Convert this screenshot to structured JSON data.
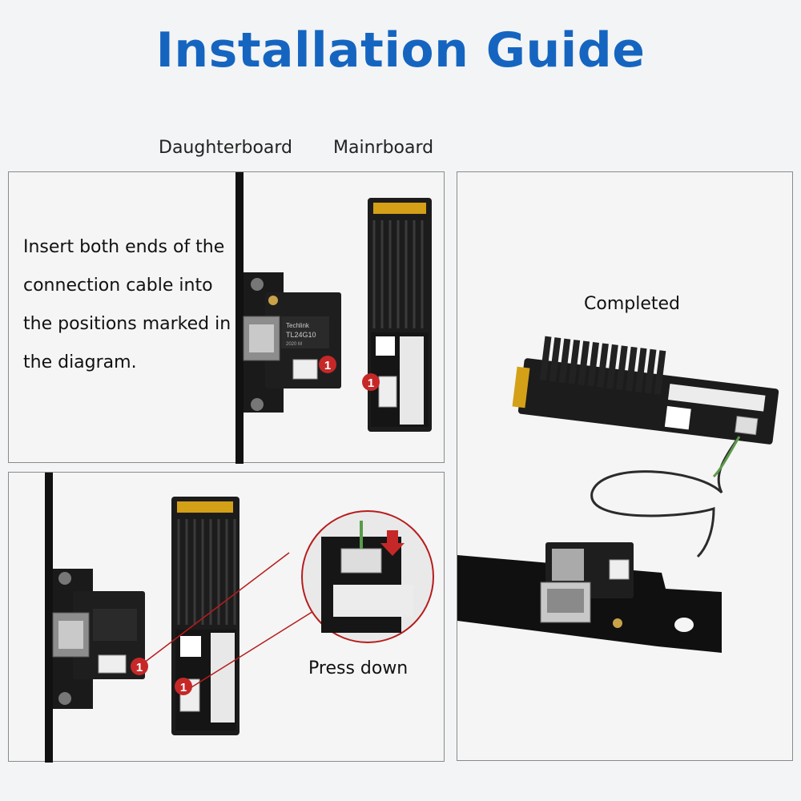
{
  "title": "Installation Guide",
  "labels": {
    "daughterboard": "Daughterboard",
    "mainboard": "Mainrboard"
  },
  "panel1": {
    "instruction": "Insert both ends of the connection cable into the positions marked in the diagram.",
    "marker": "1",
    "board_brand": "Techlink",
    "board_model": "TL24G10",
    "board_code": "2020 M"
  },
  "panel2": {
    "caption": "Completed"
  },
  "panel3": {
    "caption": "Press down",
    "marker": "1"
  },
  "colors": {
    "title": "#1565c0",
    "marker": "#c62828",
    "callout": "#b71c1c",
    "heatsink": "#1c1c1c",
    "gold": "#d4a017"
  }
}
